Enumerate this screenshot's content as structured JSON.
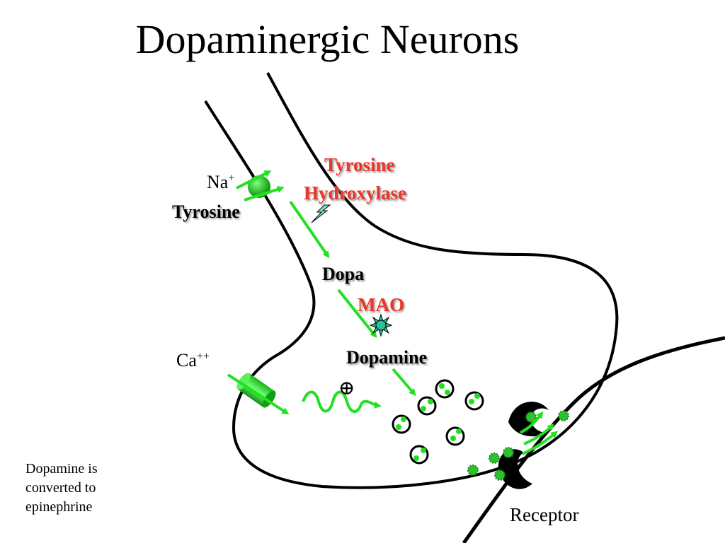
{
  "title": "Dopaminergic Neurons",
  "labels": {
    "na": "Na",
    "na_charge": "+",
    "tyrosine": "Tyrosine",
    "tyrosine_hydroxylase_1": "Tyrosine",
    "tyrosine_hydroxylase_2": "Hydroxylase",
    "dopa": "Dopa",
    "mao": "MAO",
    "dopamine": "Dopamine",
    "ca": "Ca",
    "ca_charge": "++",
    "plus_symbol": "⊕",
    "receptor": "Receptor"
  },
  "note": "Dopamine is converted to epinephrine",
  "colors": {
    "arrow": "#22e022",
    "enzyme_text": "#e8362a",
    "membrane": "#000000",
    "vesicle_dot": "#22dd22"
  }
}
